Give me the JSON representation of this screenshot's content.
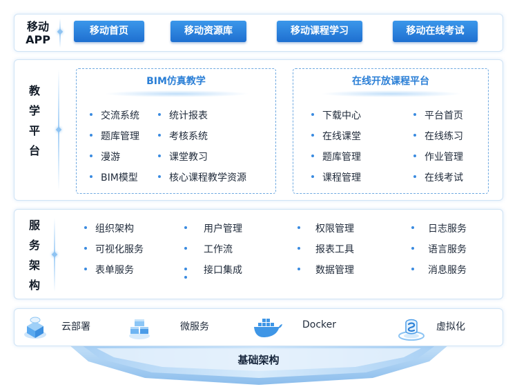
{
  "mobile_app": {
    "label_line1": "移动",
    "label_line2": "APP",
    "buttons": [
      "移动首页",
      "移动资源库",
      "移动课程学习",
      "移动在线考试"
    ]
  },
  "teaching_platform": {
    "label": [
      "教",
      "学",
      "平",
      "台"
    ],
    "bim_box": {
      "title": "BIM仿真教学",
      "col1": [
        "交流系统",
        "题库管理",
        "漫游",
        "BIM模型"
      ],
      "col2": [
        "统计报表",
        "考核系统",
        "课堂教习",
        "核心课程教学资源"
      ]
    },
    "online_box": {
      "title": "在线开放课程平台",
      "col1": [
        "下载中心",
        "在线课堂",
        "题库管理",
        "课程管理"
      ],
      "col2": [
        "平台首页",
        "在线练习",
        "作业管理",
        "在线考试"
      ]
    }
  },
  "service_arch": {
    "label": [
      "服",
      "务",
      "架",
      "构"
    ],
    "columns": [
      [
        "组织架构",
        "可视化服务",
        "表单服务"
      ],
      [
        "用户管理",
        "工作流",
        "接口集成",
        ""
      ],
      [
        "权限管理",
        "报表工具",
        "数据管理"
      ],
      [
        "日志服务",
        "语言服务",
        "消息服务"
      ]
    ]
  },
  "infrastructure": {
    "items": [
      {
        "label": "云部署",
        "icon": "cloud-deploy-icon"
      },
      {
        "label": "微服务",
        "icon": "microservice-icon"
      },
      {
        "label": "Docker",
        "icon": "docker-icon"
      },
      {
        "label": "虚拟化",
        "icon": "virtualization-icon"
      }
    ],
    "foundation_label": "基础架构"
  },
  "colors": {
    "accent": "#2b7fd6",
    "button": "#1e6fd0",
    "border": "#cfe3f5"
  }
}
